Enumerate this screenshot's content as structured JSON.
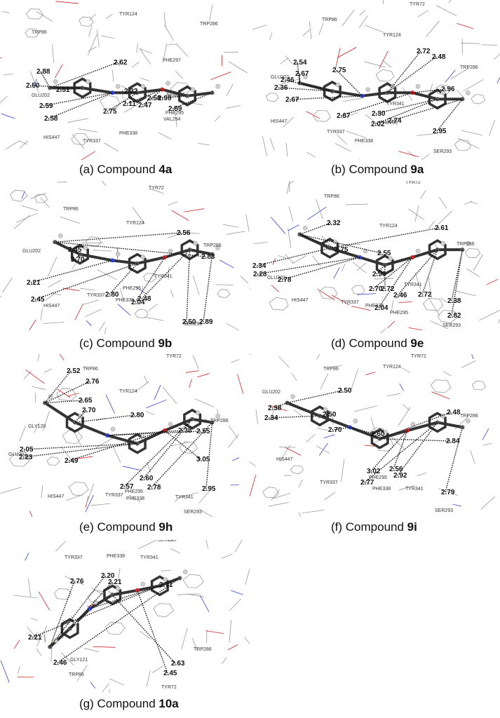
{
  "colors": {
    "bond": "#333333",
    "hbond": "#111111",
    "residue": "#9a9a9a",
    "oxygen": "#cc2222",
    "nitrogen": "#3344cc",
    "fluorine": "#44aaaa",
    "chlorine": "#33aa33"
  },
  "panels": [
    {
      "caption_prefix": "(a) Compound ",
      "compound": "4a",
      "residues": [
        "TYR124",
        "TRP86",
        "TRP286",
        "PHE297",
        "GLU202",
        "ARG296",
        "VAL294",
        "PHE295",
        "PHE338",
        "HIS447",
        "TYR337"
      ],
      "distances": [
        "2.62",
        "2.88",
        "2.50",
        "2.51",
        "2.59",
        "2.58",
        "2.32",
        "2.75",
        "2.47",
        "2.11",
        "2.58",
        "2.98",
        "2.89"
      ]
    },
    {
      "caption_prefix": "(b) Compound ",
      "compound": "9a",
      "residues": [
        "TYR72",
        "TRP86",
        "TYR124",
        "TRP286",
        "GLU202",
        "HIS447",
        "TYR337",
        "PHE338",
        "PHE295",
        "TYR341",
        "SER293"
      ],
      "distances": [
        "2.54",
        "2.67",
        "2.46",
        "2.36",
        "2.67",
        "2.75",
        "2.72",
        "2.48",
        "2.96",
        "2.67",
        "2.30",
        "2.02",
        "2.74",
        "2.95"
      ]
    },
    {
      "caption_prefix": "(c) Compound ",
      "compound": "9b",
      "residues": [
        "TYR72",
        "TRP86",
        "TYR124",
        "TRP286",
        "GLU202",
        "HIS447",
        "TYR337",
        "PHE338",
        "PHE295",
        "TYR341",
        "SER293"
      ],
      "distances": [
        "2.56",
        "2.83",
        "2.45",
        "2.70",
        "2.21",
        "2.45",
        "2.80",
        "2.04",
        "2.48",
        "2.50",
        "2.89"
      ]
    },
    {
      "caption_prefix": "(d) Compound ",
      "compound": "9e",
      "residues": [
        "TYR72",
        "TRP86",
        "TYR124",
        "TRP286",
        "GLU202",
        "HIS447",
        "TYR337",
        "PHE338",
        "PHE295",
        "TYR341",
        "SER293"
      ],
      "distances": [
        "2.32",
        "2.75",
        "2.55",
        "2.61",
        "2.34",
        "2.28",
        "2.78",
        "2.90",
        "2.72",
        "2.70",
        "2.04",
        "2.46",
        "2.72",
        "2.38",
        "2.82"
      ]
    },
    {
      "caption_prefix": "(e) Compound ",
      "compound": "9h",
      "residues": [
        "TYR72",
        "TRP86",
        "GLY120",
        "TYR124",
        "TRP286",
        "GLU202",
        "HIS447",
        "TYR337",
        "PHE295",
        "PHE338",
        "TYR341",
        "SER293"
      ],
      "distances": [
        "2.52",
        "2.76",
        "2.65",
        "2.70",
        "2.80",
        "2.38",
        "2.55",
        "2.05",
        "2.23",
        "2.49",
        "3.05",
        "2.57",
        "2.60",
        "2.78",
        "2.95"
      ]
    },
    {
      "caption_prefix": "(f)  Compound ",
      "compound": "9i",
      "residues": [
        "TYR72",
        "TRP86",
        "TYR124",
        "GLU202",
        "TRP286",
        "HIS447",
        "TYR337",
        "PHE295",
        "PHE338",
        "TYR341",
        "SER293"
      ],
      "distances": [
        "2.50",
        "2.38",
        "2.34",
        "2.50",
        "2.70",
        "2.60",
        "2.48",
        "2.84",
        "3.02",
        "2.56",
        "2.92",
        "2.77",
        "2.79"
      ]
    },
    {
      "caption_prefix": "(g) Compound ",
      "compound": "10a",
      "residues": [
        "TYR337",
        "PHE338",
        "SER293",
        "TYR341",
        "TRP286",
        "GLY121",
        "TRP86",
        "TYR72"
      ],
      "distances": [
        "2.76",
        "2.20",
        "2.21",
        "2.71",
        "2.63",
        "2.45",
        "2.21",
        "2.46"
      ]
    }
  ]
}
